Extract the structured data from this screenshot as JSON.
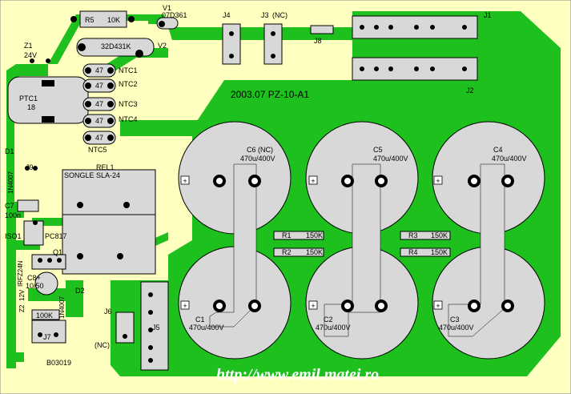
{
  "title": "2003.07  PZ-10-A1",
  "board_code": "B03019",
  "website": "http://www.emil.matei.ro",
  "colors": {
    "background": "#ffffc0",
    "copper": "#1ec01e",
    "silkscreen": "#d8d8d8",
    "pad": "#000000"
  },
  "components": {
    "r5": {
      "ref": "R5",
      "value": "10K"
    },
    "v1": {
      "ref": "V1",
      "value": "07D361"
    },
    "v2": {
      "ref": "V2",
      "value": "32D431K"
    },
    "z1": {
      "ref": "Z1",
      "value": "24V"
    },
    "ptc1": {
      "ref": "PTC1",
      "value": "18"
    },
    "ntc": [
      {
        "value": "47",
        "ref": "NTC1"
      },
      {
        "value": "47",
        "ref": "NTC2"
      },
      {
        "value": "47",
        "ref": "NTC3"
      },
      {
        "value": "47",
        "ref": "NTC4"
      },
      {
        "value": "47",
        "ref": "NTC5"
      }
    ],
    "d1": {
      "ref": "D1",
      "value": "1N4007"
    },
    "j9": {
      "ref": "J9"
    },
    "c7": {
      "ref": "C7",
      "value": "100n"
    },
    "rel1": {
      "ref": "REL1",
      "value": "SONGLE SLA-24"
    },
    "iso1": {
      "ref": "ISO1",
      "value": "PC817"
    },
    "q1": {
      "ref": "Q1",
      "value": "IRFZ24N"
    },
    "c8": {
      "ref": "C8+",
      "value": "10/50"
    },
    "d2": {
      "ref": "D2",
      "value": "1N4007"
    },
    "z2": {
      "ref": "Z2",
      "value": "12V"
    },
    "r100k": {
      "value": "100K"
    },
    "j7": {
      "ref": "J7"
    },
    "j6": {
      "ref": "J6",
      "note": "(NC)"
    },
    "j5": {
      "ref": "J5"
    },
    "j4": {
      "ref": "J4"
    },
    "j3": {
      "ref": "J3",
      "note": "(NC)"
    },
    "j8": {
      "ref": "J8"
    },
    "j1": {
      "ref": "J1"
    },
    "j2": {
      "ref": "J2"
    },
    "c6": {
      "ref": "C6 (NC)",
      "value": "470u/400V"
    },
    "c5": {
      "ref": "C5",
      "value": "470u/400V"
    },
    "c4": {
      "ref": "C4",
      "value": "470u/400V"
    },
    "c1": {
      "ref": "C1",
      "value": "470u/400V"
    },
    "c2": {
      "ref": "C2",
      "value": "470u/400V"
    },
    "c3": {
      "ref": "C3",
      "value": "470u/400V"
    },
    "r1": {
      "ref": "R1",
      "value": "150K"
    },
    "r2": {
      "ref": "R2",
      "value": "150K"
    },
    "r3": {
      "ref": "R3",
      "value": "150K"
    },
    "r4": {
      "ref": "R4",
      "value": "150K"
    }
  },
  "plus_mark": "+"
}
